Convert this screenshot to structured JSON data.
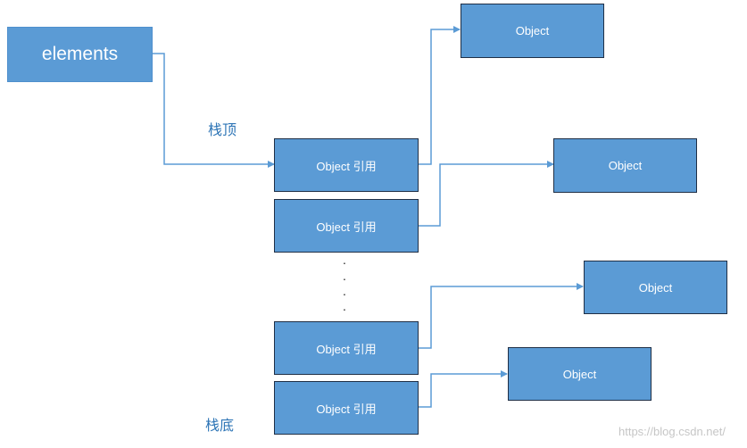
{
  "source": {
    "label": "elements"
  },
  "labels": {
    "top": "栈顶",
    "bottom": "栈底"
  },
  "stack": [
    {
      "label": "Object 引用"
    },
    {
      "label": "Object 引用"
    },
    {
      "label": "Object 引用"
    },
    {
      "label": "Object 引用"
    }
  ],
  "objects": [
    {
      "label": "Object"
    },
    {
      "label": "Object"
    },
    {
      "label": "Object"
    },
    {
      "label": "Object"
    }
  ],
  "ellipsis": [
    ".",
    ".",
    ".",
    "."
  ],
  "watermark": "https://blog.csdn.net/",
  "colors": {
    "box_fill": "#5b9bd5",
    "line": "#5b9bd5",
    "label_text": "#2e75b6"
  }
}
